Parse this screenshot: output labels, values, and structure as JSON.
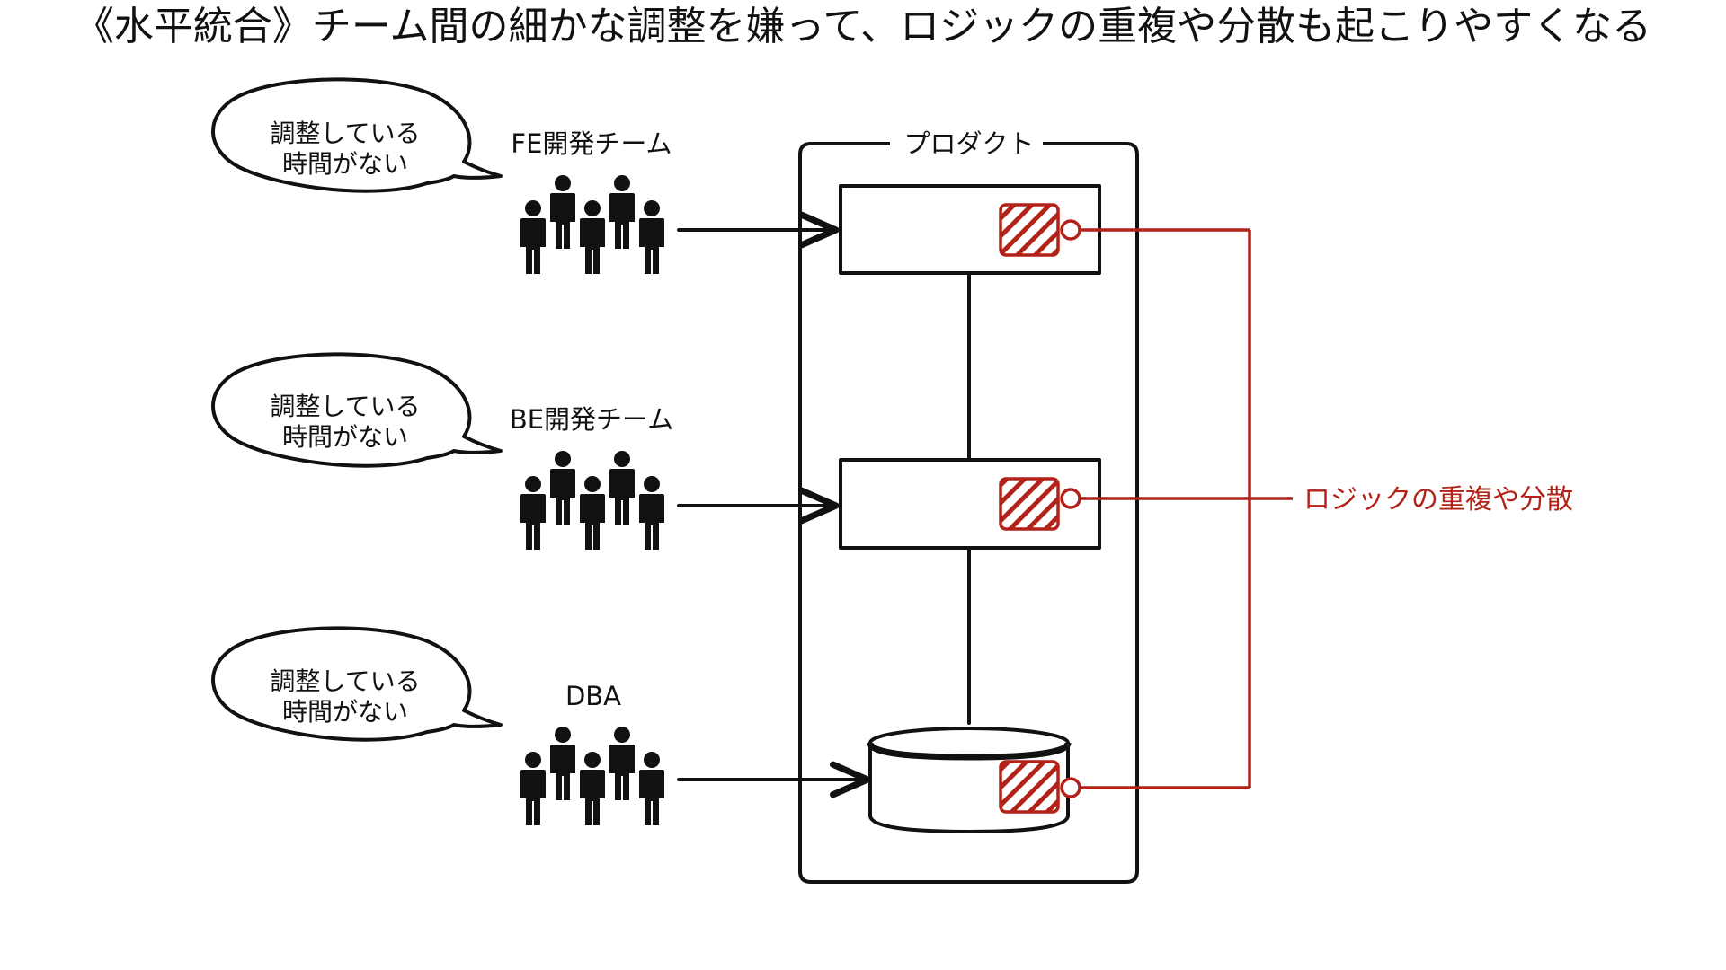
{
  "title": "《水平統合》チーム間の細かな調整を嫌って、ロジックの重複や分散も起こりやすくなる",
  "teams": [
    {
      "label": "FE開発チーム",
      "bubble_line1": "調整している",
      "bubble_line2": "時間がない"
    },
    {
      "label": "BE開発チーム",
      "bubble_line1": "調整している",
      "bubble_line2": "時間がない"
    },
    {
      "label": "DBA",
      "bubble_line1": "調整している",
      "bubble_line2": "時間がない"
    }
  ],
  "product": {
    "label": "プロダクト"
  },
  "legend": {
    "label": "ロジックの重複や分散"
  },
  "icons": {
    "people": "people-group-icon",
    "logic": "logic-hatched-square-icon",
    "database": "database-cylinder-icon"
  },
  "colors": {
    "ink": "#111111",
    "accent": "#b22218"
  }
}
